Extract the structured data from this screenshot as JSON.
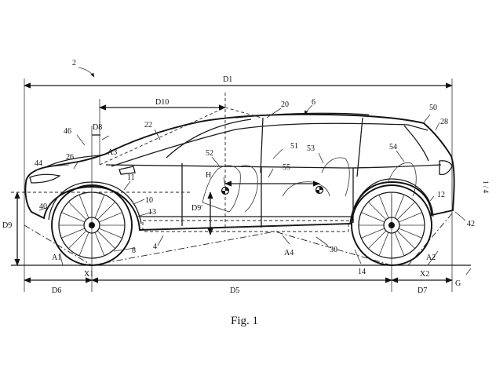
{
  "figure": {
    "caption": "Fig. 1",
    "page_number": "1 / 4"
  },
  "labels": {
    "fig_ref": "2",
    "d1": "D1",
    "d10": "D10",
    "d8": "D8",
    "d9": "D9",
    "d9p": "D9'",
    "d6": "D6",
    "d5": "D5",
    "d7": "D7",
    "g": "G",
    "a1": "A1",
    "a2": "A2",
    "a3": "A3",
    "a4": "A4",
    "x1": "X1",
    "x2": "X2",
    "h": "H",
    "r4": "4",
    "r6": "6",
    "r8": "8",
    "r10": "10",
    "r11": "11",
    "r12": "12",
    "r13": "13",
    "r14": "14",
    "r20": "20",
    "r22": "22",
    "r26": "26",
    "r28": "28",
    "r30": "30",
    "r40": "40",
    "r42": "42",
    "r44": "44",
    "r46": "46",
    "r50": "50",
    "r51": "51",
    "r52": "52",
    "r53": "53",
    "r54": "54",
    "r55": "55"
  }
}
